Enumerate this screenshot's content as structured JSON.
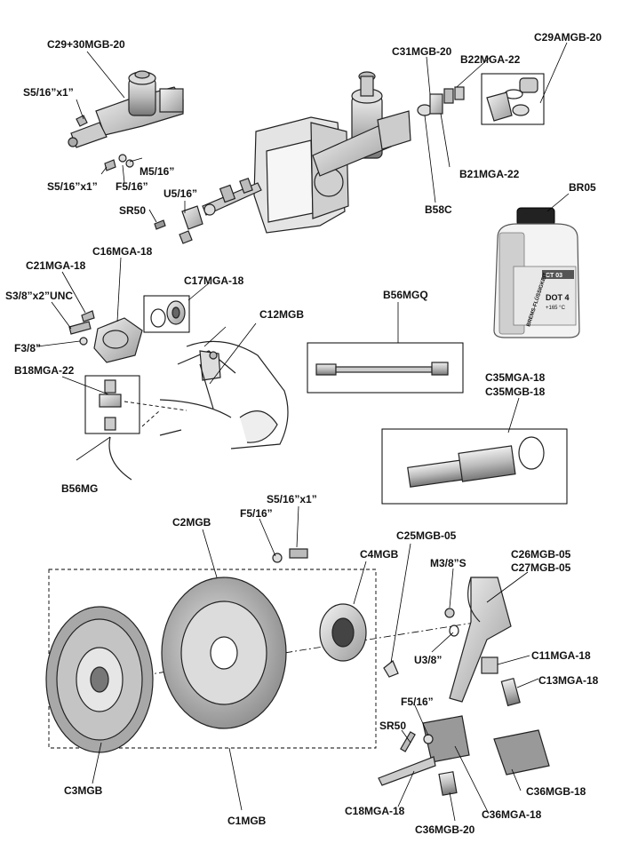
{
  "labels": {
    "c29_30mgb_20": "C29+30MGB-20",
    "s5_16x1_a": "S5/16”x1”",
    "s5_16x1_b": "S5/16”x1”",
    "s5_16x1_c": "S5/16”x1”",
    "m5_16": "M5/16”",
    "f5_16_a": "F5/16”",
    "f5_16_b": "F5/16”",
    "f5_16_c": "F5/16”",
    "u5_16": "U5/16”",
    "sr50_a": "SR50",
    "sr50_b": "SR50",
    "c31mgb_20": "C31MGB-20",
    "b22mga_22": "B22MGA-22",
    "c29amgb_20": "C29AMGB-20",
    "b21mga_22": "B21MGA-22",
    "b58c": "B58C",
    "br05": "BR05",
    "c16mga_18": "C16MGA-18",
    "c21mga_18": "C21MGA-18",
    "s3_8x2unc": "S3/8”x2”UNC",
    "c17mga_18": "C17MGA-18",
    "c12mgb": "C12MGB",
    "f3_8": "F3/8”",
    "b18mga_22": "B18MGA-22",
    "b56mgq": "B56MGQ",
    "b56mg": "B56MG",
    "c35mga_18": "C35MGA-18",
    "c35mgb_18": "C35MGB-18",
    "c2mgb": "C2MGB",
    "c4mgb": "C4MGB",
    "c25mgb_05": "C25MGB-05",
    "c26mgb_05": "C26MGB-05",
    "c27mgb_05": "C27MGB-05",
    "m3_8s": "M3/8”S",
    "u3_8": "U3/8”",
    "c11mga_18": "C11MGA-18",
    "c13mga_18": "C13MGA-18",
    "c3mgb": "C3MGB",
    "c1mgb": "C1MGB",
    "c18mga_18": "C18MGA-18",
    "c36mga_18": "C36MGA-18",
    "c36mgb_18": "C36MGB-18",
    "c36mgb_20": "C36MGB-20"
  },
  "bottle": {
    "cap_text": "CT 03",
    "brand_text": "BREMS-FLÜSSIGKEIT",
    "grade_text": "DOT 4",
    "temp_text": "+165 °C"
  }
}
